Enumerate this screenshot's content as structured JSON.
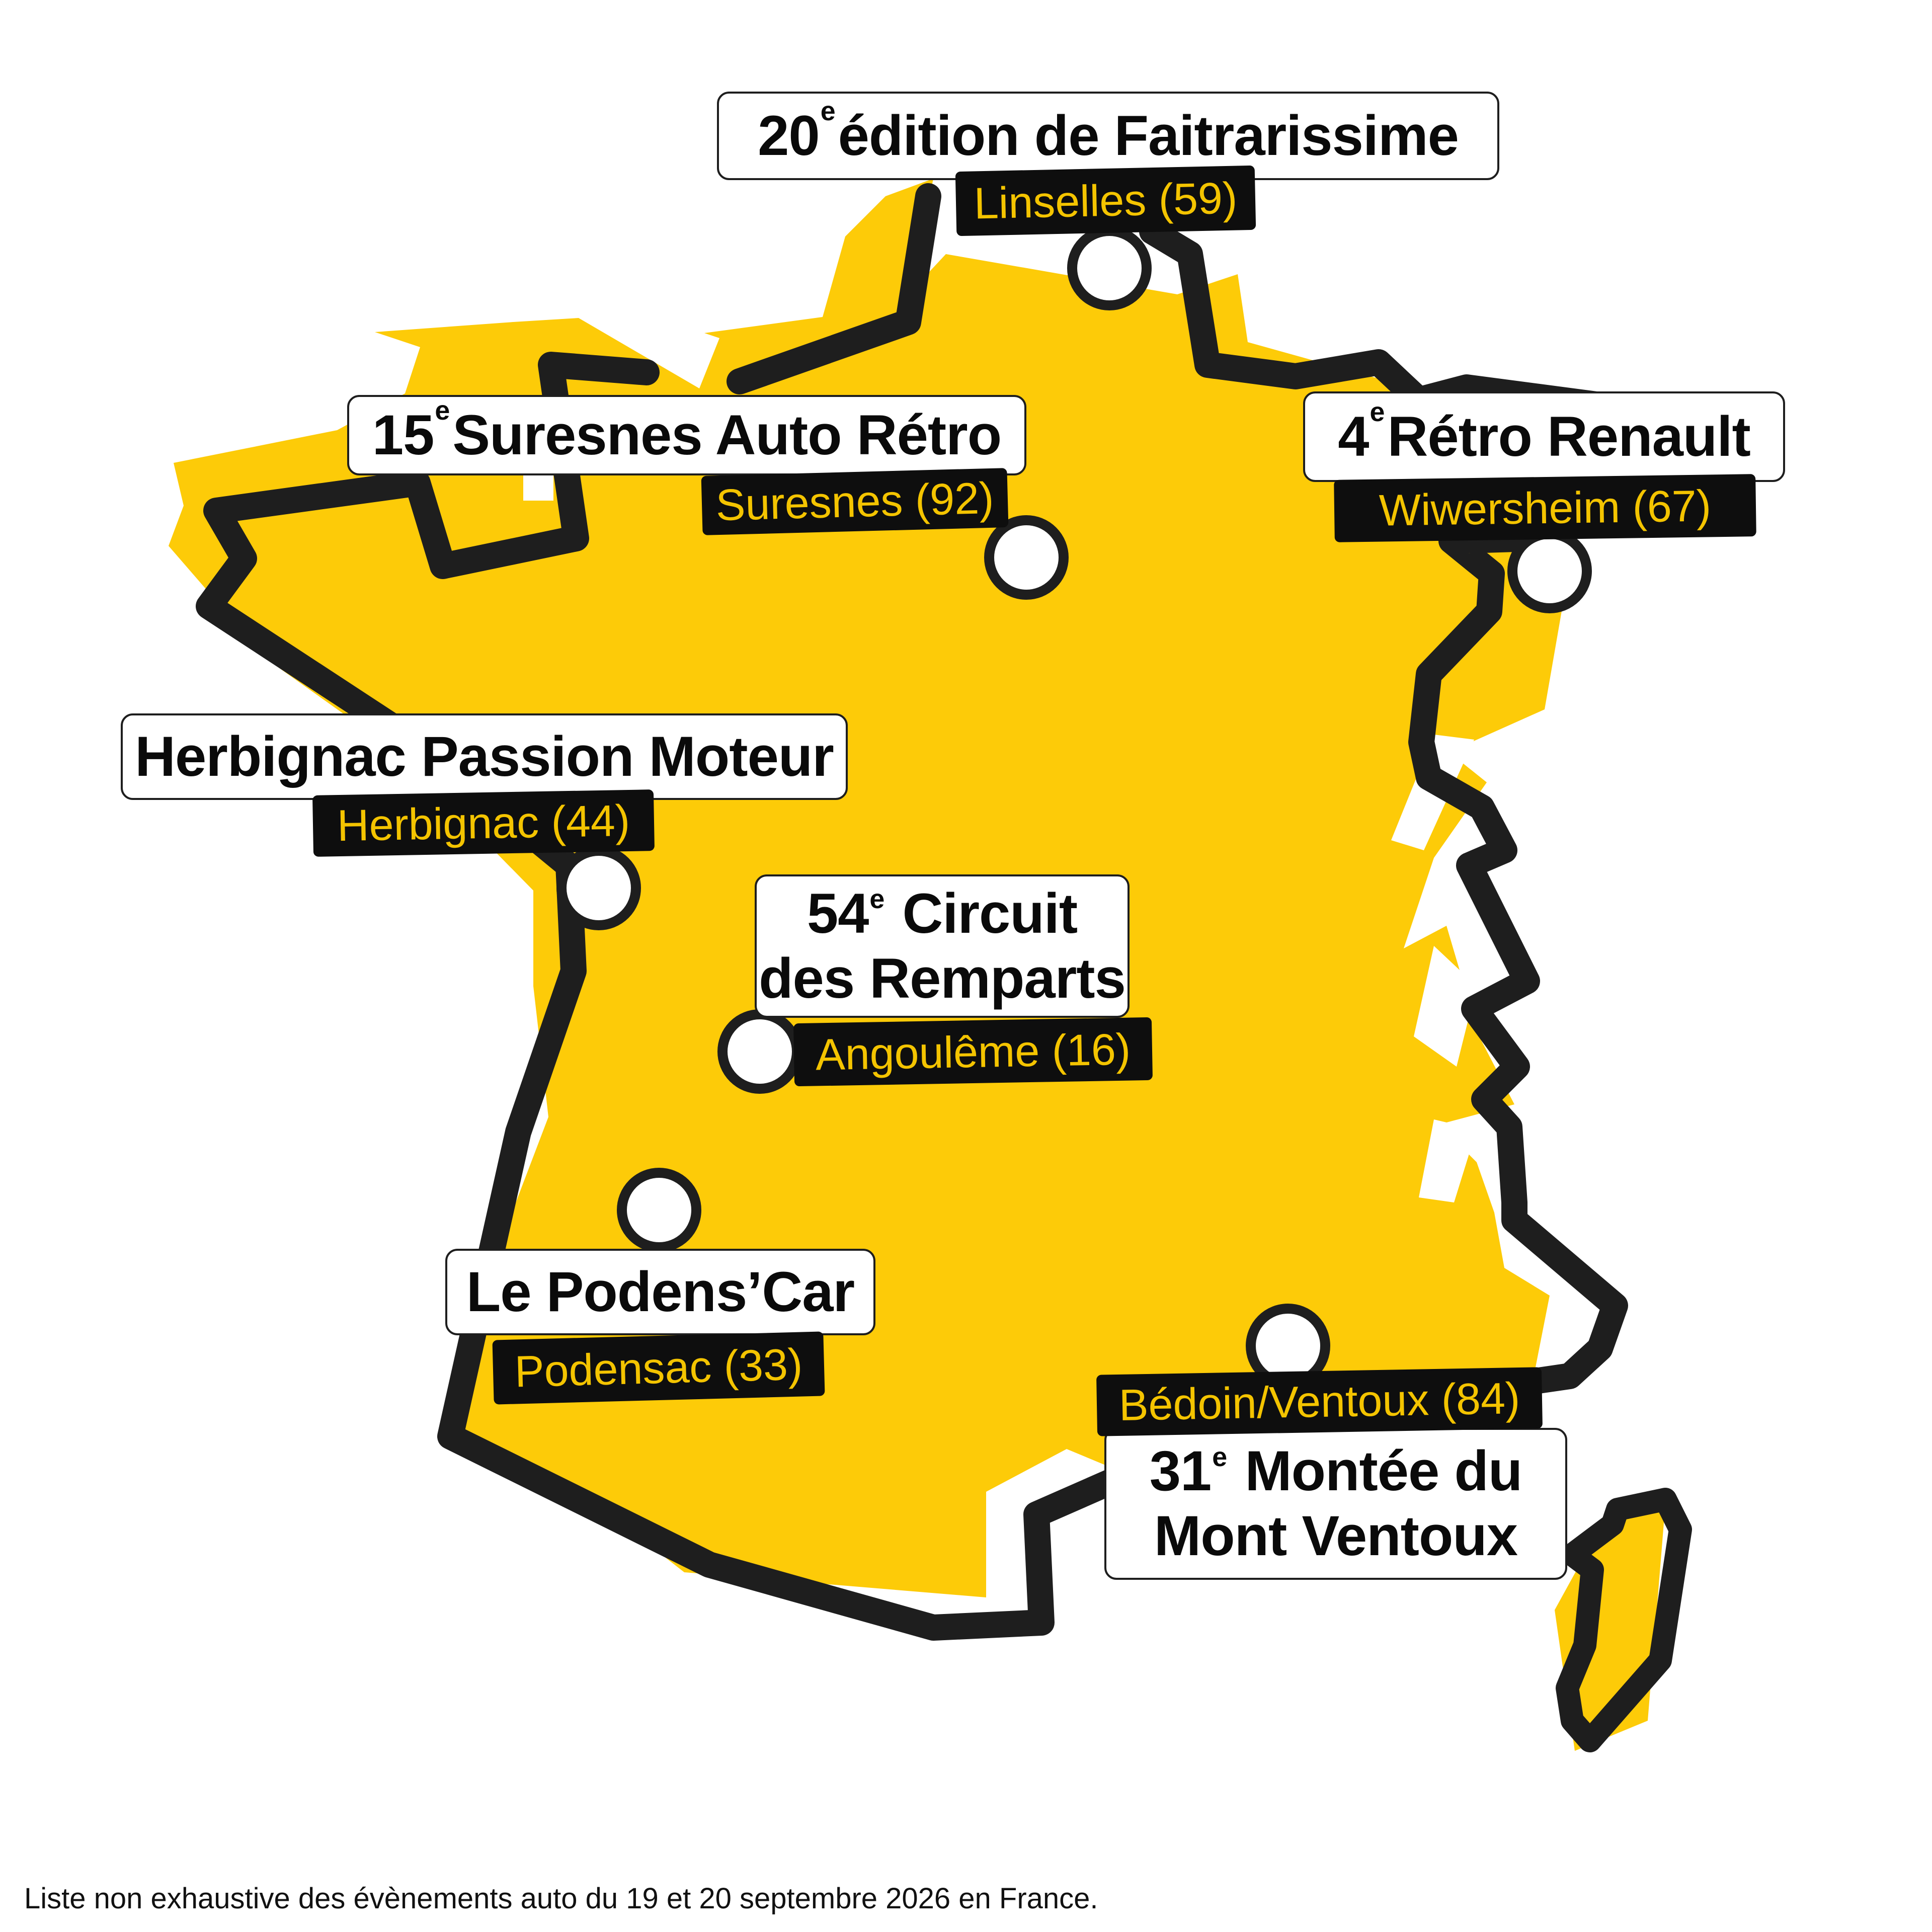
{
  "map": {
    "region": "France",
    "fill_color": "#FDCB08",
    "outline_color": "#1E1E1E",
    "marker_color": "#FFFFFF"
  },
  "events": [
    {
      "id": "faitrarissime",
      "ordinal": "20",
      "suffix": "e",
      "title": "édition de Faitrarissime",
      "location": "Linselles (59)"
    },
    {
      "id": "suresnes",
      "ordinal": "15",
      "suffix": "e",
      "title": "Suresnes Auto Rétro",
      "location": "Suresnes (92)"
    },
    {
      "id": "retro-renault",
      "ordinal": "4",
      "suffix": "e",
      "title": "Rétro Renault",
      "location": "Wiwersheim (67)"
    },
    {
      "id": "herbignac",
      "ordinal": "",
      "suffix": "",
      "title": "Herbignac Passion Moteur",
      "location": "Herbignac (44)"
    },
    {
      "id": "remparts",
      "ordinal": "54",
      "suffix": "e",
      "title": "Circuit",
      "title_line2": "des Remparts",
      "location": "Angoulême (16)"
    },
    {
      "id": "podens-car",
      "ordinal": "",
      "suffix": "",
      "title": "Le Podens’Car",
      "location": "Podensac (33)"
    },
    {
      "id": "ventoux",
      "ordinal": "31",
      "suffix": "e",
      "title": "Montée du",
      "title_line2": "Mont Ventoux",
      "location": "Bédoin/Ventoux (84)"
    }
  ],
  "footnote": "Liste non exhaustive des évènements auto du 19 et 20 septembre 2026 en France."
}
